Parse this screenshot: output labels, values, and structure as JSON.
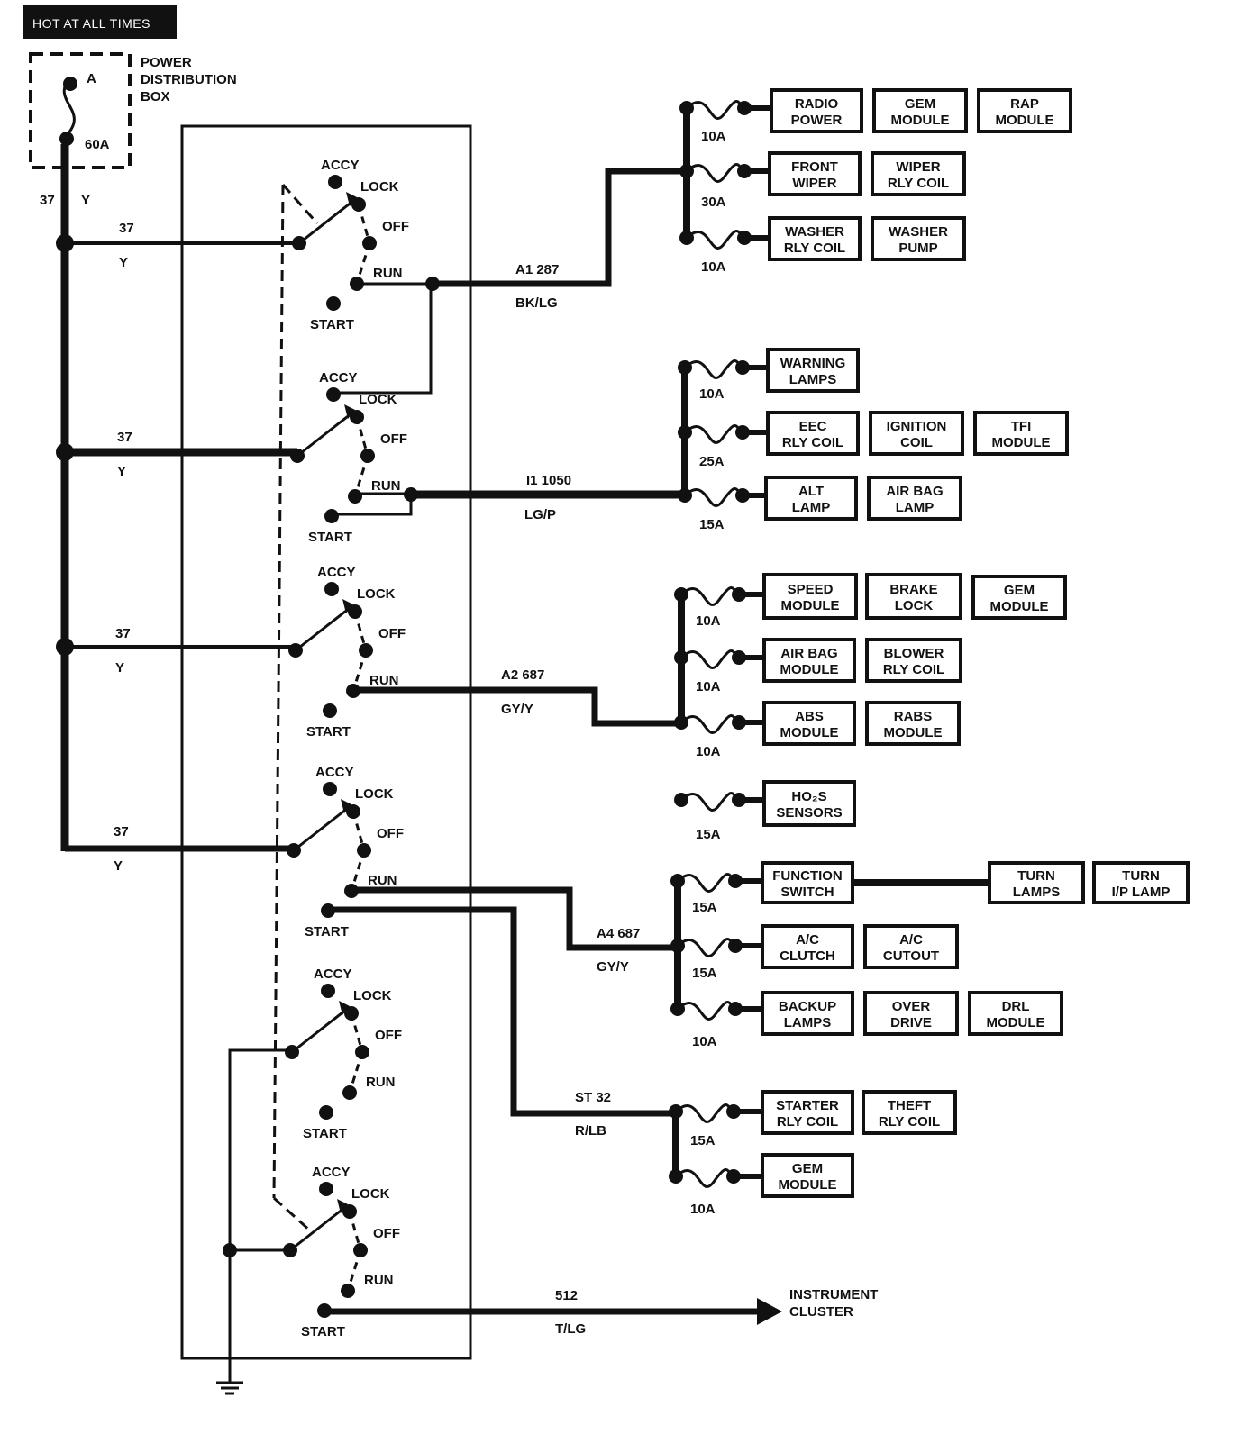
{
  "header": "HOT AT ALL TIMES",
  "pdb": {
    "label": "POWER DISTRIBUTION BOX",
    "lines": [
      "POWER",
      "DISTRIBUTION",
      "BOX"
    ],
    "fuse_id": "A",
    "fuse_rating": "60A"
  },
  "feed_wire": {
    "circuit": "37",
    "color": "Y"
  },
  "switch_labels": {
    "accy": "ACCY",
    "lock": "LOCK",
    "off": "OFF",
    "run": "RUN",
    "start": "START"
  },
  "wires": [
    {
      "circuit": "A1 287",
      "color": "BK/LG"
    },
    {
      "circuit": "I1 1050",
      "color": "LG/P"
    },
    {
      "circuit": "A2 687",
      "color": "GY/Y"
    },
    {
      "circuit": "A4 687",
      "color": "GY/Y"
    },
    {
      "circuit": "ST 32",
      "color": "R/LB"
    },
    {
      "circuit": "512",
      "color": "T/LG"
    }
  ],
  "fuses": [
    "10A",
    "30A",
    "10A",
    "10A",
    "25A",
    "15A",
    "10A",
    "10A",
    "10A",
    "15A",
    "15A",
    "15A",
    "10A",
    "15A",
    "10A"
  ],
  "components": [
    [
      "RADIO",
      "POWER"
    ],
    [
      "GEM",
      "MODULE"
    ],
    [
      "RAP",
      "MODULE"
    ],
    [
      "FRONT",
      "WIPER"
    ],
    [
      "WIPER",
      "RLY COIL"
    ],
    [
      "WASHER",
      "RLY COIL"
    ],
    [
      "WASHER",
      "PUMP"
    ],
    [
      "WARNING",
      "LAMPS"
    ],
    [
      "EEC",
      "RLY COIL"
    ],
    [
      "IGNITION",
      "COIL"
    ],
    [
      "TFI",
      "MODULE"
    ],
    [
      "ALT",
      "LAMP"
    ],
    [
      "AIR BAG",
      "LAMP"
    ],
    [
      "SPEED",
      "MODULE"
    ],
    [
      "BRAKE",
      "LOCK"
    ],
    [
      "GEM",
      "MODULE"
    ],
    [
      "AIR BAG",
      "MODULE"
    ],
    [
      "BLOWER",
      "RLY COIL"
    ],
    [
      "ABS",
      "MODULE"
    ],
    [
      "RABS",
      "MODULE"
    ],
    [
      "HO₂S",
      "SENSORS"
    ],
    [
      "FUNCTION",
      "SWITCH"
    ],
    [
      "TURN",
      "LAMPS"
    ],
    [
      "TURN",
      "I/P LAMP"
    ],
    [
      "A/C",
      "CLUTCH"
    ],
    [
      "A/C",
      "CUTOUT"
    ],
    [
      "BACKUP",
      "LAMPS"
    ],
    [
      "OVER",
      "DRIVE"
    ],
    [
      "DRL",
      "MODULE"
    ],
    [
      "STARTER",
      "RLY COIL"
    ],
    [
      "THEFT",
      "RLY COIL"
    ],
    [
      "GEM",
      "MODULE"
    ]
  ],
  "instrument_cluster": [
    "INSTRUMENT",
    "CLUSTER"
  ]
}
